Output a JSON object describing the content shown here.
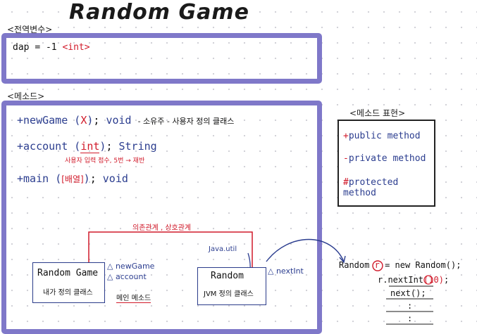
{
  "title": "Random Game",
  "sections": {
    "globals_label": "<전역변수>",
    "methods_label": "<메소드>",
    "method_notation_label": "<메소드 표현>"
  },
  "globals": {
    "var_name": "dap",
    "var_eq": "= -1",
    "var_type": "<int>"
  },
  "methods": {
    "m1_plus": "+",
    "m1_name": "newGame",
    "m1_paren_open": "(",
    "m1_param": "X",
    "m1_paren_close": ")",
    "m1_semicolon": ";",
    "m1_return": "void",
    "m1_note": "- 소유주 - 사용자 정의 클래스",
    "m2_plus": "+",
    "m2_name": "account",
    "m2_paren_open": "(",
    "m2_param": "int",
    "m2_paren_close": ")",
    "m2_semicolon": ";",
    "m2_return": "String",
    "m2_note": "사용자 입력 점수, 5번 → 재반",
    "m3_plus": "+",
    "m3_name": "main",
    "m3_paren_open": "(",
    "m3_param": "[배열]",
    "m3_paren_close": ")",
    "m3_semicolon": ";",
    "m3_return": "void"
  },
  "notation": {
    "public_symbol": "+",
    "public_label": "public method",
    "private_symbol": "-",
    "private_label": "private method",
    "protected_symbol": "#",
    "protected_label": "protected method"
  },
  "diagram": {
    "relation_label": "의존관계 , 상호관계",
    "class1_name": "Random Game",
    "class1_desc": "내가 정의 클래스",
    "class1_member1": "△ newGame",
    "class1_member2": "△ account",
    "main_method_label": "메인 메소드",
    "class2_name": "Random",
    "class2_desc": "JVM 정의 클래스",
    "class2_member": "△ nextInt",
    "package_label": "Java.util"
  },
  "code": {
    "line1_prefix": "Random",
    "line1_var": "r",
    "line1_rest": "= new Random();",
    "line2_prefix": "r.",
    "line2_call": "nextInt",
    "line2_arg": "(10)",
    "line2_end": ";",
    "line3": "next();",
    "line4": ":",
    "line5": ":"
  },
  "colors": {
    "box_border": "#7f78c9",
    "accent_red": "#d11a2a",
    "ink_navy": "#2b3d8f"
  }
}
